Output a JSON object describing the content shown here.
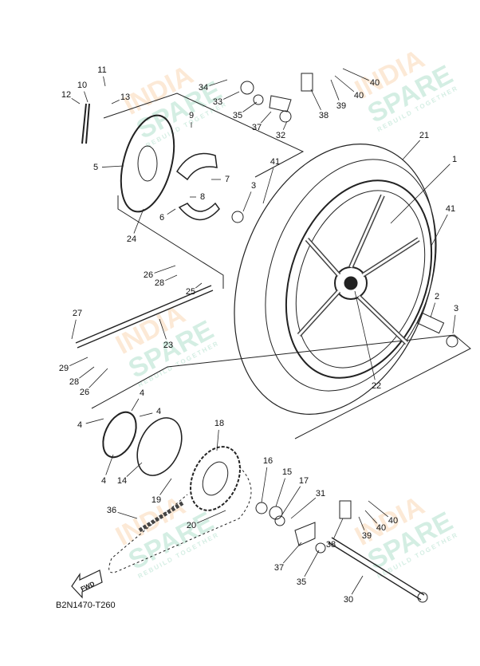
{
  "diagram": {
    "drawing_code": "B2N1470-T260",
    "fwd_label": "FWD",
    "callouts": [
      "11",
      "10",
      "12",
      "13",
      "34",
      "33",
      "35",
      "37",
      "32",
      "38",
      "39",
      "40",
      "40",
      "9",
      "5",
      "7",
      "8",
      "6",
      "24",
      "3",
      "41",
      "21",
      "1",
      "41",
      "26",
      "28",
      "25",
      "27",
      "23",
      "2",
      "3",
      "22",
      "29",
      "28",
      "26",
      "4",
      "4",
      "4",
      "4",
      "14",
      "18",
      "16",
      "15",
      "17",
      "19",
      "36",
      "31",
      "20",
      "38",
      "39",
      "40",
      "40",
      "37",
      "35",
      "30"
    ],
    "watermark": {
      "line1": "INDIA",
      "line2": "SPARE",
      "line3": "REBUILD TOGETHER"
    },
    "colors": {
      "line": "#222222",
      "watermark_orange": "#f08a24",
      "watermark_green": "#1aa36b",
      "watermark_blue": "#6a7fd0"
    }
  }
}
